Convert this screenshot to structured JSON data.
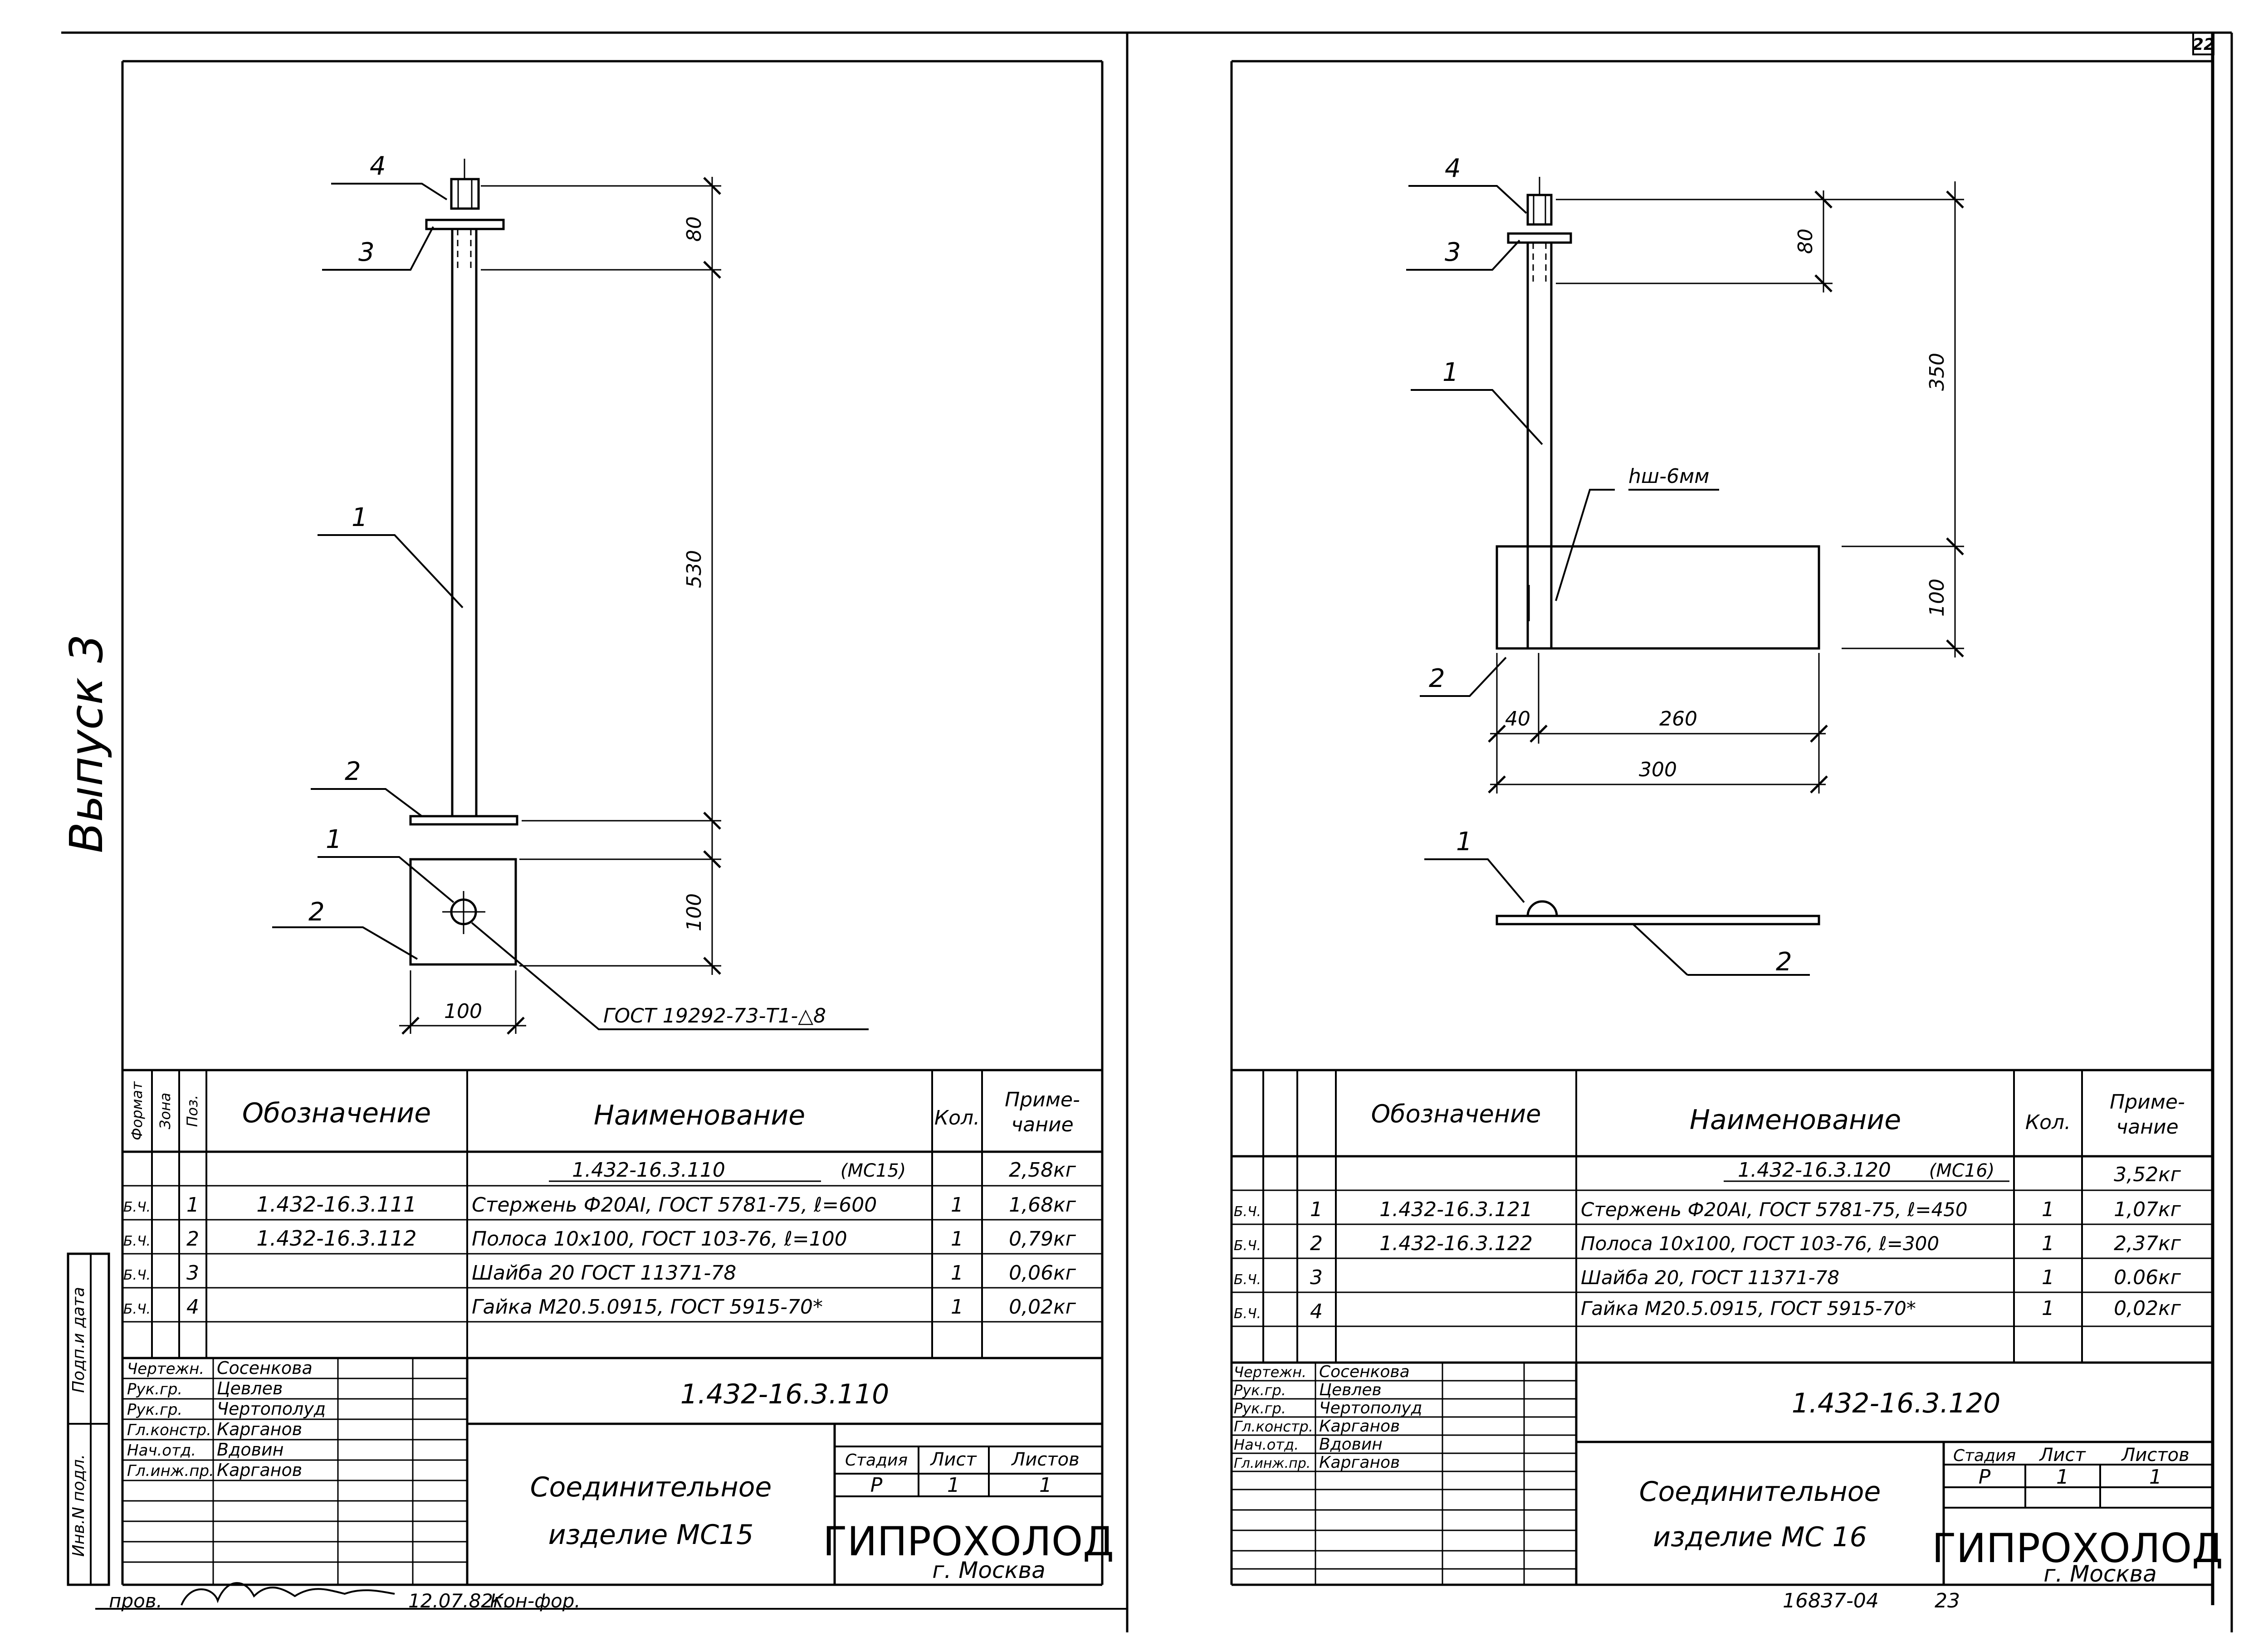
{
  "page_number": "22",
  "series_label": "Выпуск 3",
  "side_stamp": {
    "label_top": "Подп.и дата",
    "label_bottom": "Инв.N подл."
  },
  "footer_left": {
    "prefix": "пров.",
    "date": "12.07.82г.",
    "suffix": "Кон-фор."
  },
  "archive_number": "16837-04",
  "archive_page": "23",
  "headers": {
    "format": "Формат",
    "zone": "Зона",
    "pos": "Поз.",
    "designation": "Обозначение",
    "name": "Наименование",
    "qty": "Кол.",
    "note_1": "Приме-",
    "note_2": "чание"
  },
  "title_block_stage_headers": {
    "stage": "Стадия",
    "sheet": "Лист",
    "sheets": "Листов"
  },
  "sheets": [
    {
      "id": "mc15",
      "part_labels": {
        "nut": "4",
        "washer": "3",
        "rod": "1",
        "plate": "2",
        "rod_plan": "1",
        "plate_plan": "2"
      },
      "dimensions": {
        "thread": "80",
        "rod_length": "530",
        "plate_side": "100",
        "plate_width": "100"
      },
      "weld_note": "ГОСТ 19292-73-Т1-△8",
      "spec_header": {
        "designation": "1.432-16.3.110",
        "ref": "(МС15)",
        "mass": "2,58кг"
      },
      "spec_rows": [
        {
          "format": "Б.Ч.",
          "pos": "1",
          "designation": "1.432-16.3.111",
          "name": "Стержень Ф20АI, ГОСТ 5781-75, ℓ=600",
          "qty": "1",
          "note": "1,68кг"
        },
        {
          "format": "Б.Ч.",
          "pos": "2",
          "designation": "1.432-16.3.112",
          "name": "Полоса 10x100, ГОСТ 103-76, ℓ=100",
          "qty": "1",
          "note": "0,79кг"
        },
        {
          "format": "Б.Ч.",
          "pos": "3",
          "designation": "",
          "name": "Шайба 20 ГОСТ 11371-78",
          "qty": "1",
          "note": "0,06кг"
        },
        {
          "format": "Б.Ч.",
          "pos": "4",
          "designation": "",
          "name": "Гайка М20.5.0915, ГОСТ 5915-70*",
          "qty": "1",
          "note": "0,02кг"
        }
      ],
      "staff": [
        {
          "role": "Чертежн.",
          "name": "Сосенкова"
        },
        {
          "role": "Рук.гр.",
          "name": "Цевлев"
        },
        {
          "role": "Рук.гр.",
          "name": "Чертополуд"
        },
        {
          "role": "Гл.констр.",
          "name": "Карганов"
        },
        {
          "role": "Нач.отд.",
          "name": "Вдовин"
        },
        {
          "role": "Гл.инж.пр.",
          "name": "Карганов"
        }
      ],
      "doc_code": "1.432-16.3.110",
      "title_1": "Соединительное",
      "title_2": "изделие МС15",
      "stage": "Р",
      "sheet": "1",
      "sheets_total": "1",
      "org": "ГИПРОХОЛОД",
      "city": "г. Москва"
    },
    {
      "id": "mc16",
      "part_labels": {
        "nut": "4",
        "washer": "3",
        "rod": "1",
        "plate": "2",
        "rod_plan": "1",
        "plate_plan": "2"
      },
      "dimensions": {
        "thread": "80",
        "rod_length": "350",
        "plate_height": "100",
        "offset": "40",
        "remainder": "260",
        "plate_length": "300"
      },
      "weld_note": "hш-6мм",
      "spec_header": {
        "designation": "1.432-16.3.120",
        "ref": "(МС16)",
        "mass": "3,52кг"
      },
      "spec_rows": [
        {
          "format": "Б.Ч.",
          "pos": "1",
          "designation": "1.432-16.3.121",
          "name": "Стержень Ф20АI, ГОСТ 5781-75, ℓ=450",
          "qty": "1",
          "note": "1,07кг"
        },
        {
          "format": "Б.Ч.",
          "pos": "2",
          "designation": "1.432-16.3.122",
          "name": "Полоса 10x100, ГОСТ 103-76, ℓ=300",
          "qty": "1",
          "note": "2,37кг"
        },
        {
          "format": "Б.Ч.",
          "pos": "3",
          "designation": "",
          "name": "Шайба 20, ГОСТ 11371-78",
          "qty": "1",
          "note": "0.06кг"
        },
        {
          "format": "Б.Ч.",
          "pos": "4",
          "designation": "",
          "name": "Гайка М20.5.0915, ГОСТ 5915-70*",
          "qty": "1",
          "note": "0,02кг"
        }
      ],
      "staff": [
        {
          "role": "Чертежн.",
          "name": "Сосенкова"
        },
        {
          "role": "Рук.гр.",
          "name": "Цевлев"
        },
        {
          "role": "Рук.гр.",
          "name": "Чертополуд"
        },
        {
          "role": "Гл.констр.",
          "name": "Карганов"
        },
        {
          "role": "Нач.отд.",
          "name": "Вдовин"
        },
        {
          "role": "Гл.инж.пр.",
          "name": "Карганов"
        }
      ],
      "doc_code": "1.432-16.3.120",
      "title_1": "Соединительное",
      "title_2": "изделие МС 16",
      "stage": "Р",
      "sheet": "1",
      "sheets_total": "1",
      "org": "ГИПРОХОЛОД",
      "city": "г. Москва"
    }
  ]
}
